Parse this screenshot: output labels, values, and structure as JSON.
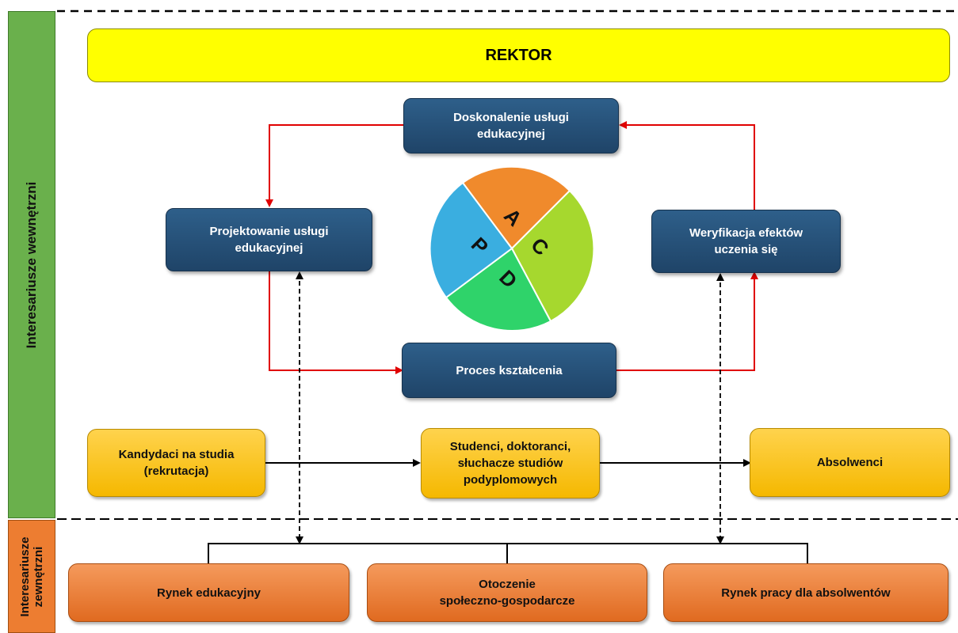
{
  "stakeholders": {
    "internal_label": "Interesariusze wewnętrzni",
    "external_label_line1": "Interesariusze",
    "external_label_line2": "zewnętrzni"
  },
  "rektor": "REKTOR",
  "cycle": {
    "improve_line1": "Doskonalenie usługi",
    "improve_line2": "edukacyjnej",
    "design_line1": "Projektowanie usługi",
    "design_line2": "edukacyjnej",
    "verify_line1": "Weryfikacja efektów",
    "verify_line2": "uczenia się",
    "process": "Proces kształcenia"
  },
  "pdca": {
    "a": "A",
    "c": "C",
    "d": "D",
    "p": "P",
    "colors": {
      "a": "#f08a2c",
      "c": "#a6d82e",
      "d": "#2fd36a",
      "p": "#3aaee0"
    }
  },
  "flow": {
    "candidates_line1": "Kandydaci na studia",
    "candidates_line2": "(rekrutacja)",
    "students_line1": "Studenci, doktoranci,",
    "students_line2": "słuchacze studiów",
    "students_line3": "podyplomowych",
    "graduates": "Absolwenci"
  },
  "external": {
    "edu_market": "Rynek edukacyjny",
    "env_line1": "Otoczenie",
    "env_line2": "społeczno-gospodarcze",
    "labour_market": "Rynek pracy dla absolwentów"
  },
  "colors": {
    "internal_band": "#6ab04c",
    "external_band": "#ed7d31",
    "rektor": "#ffff00",
    "blue_box": "#1f4468",
    "yellow_box": "#f5b800",
    "orange_box": "#e06a20",
    "cycle_arrow": "#e00000"
  }
}
